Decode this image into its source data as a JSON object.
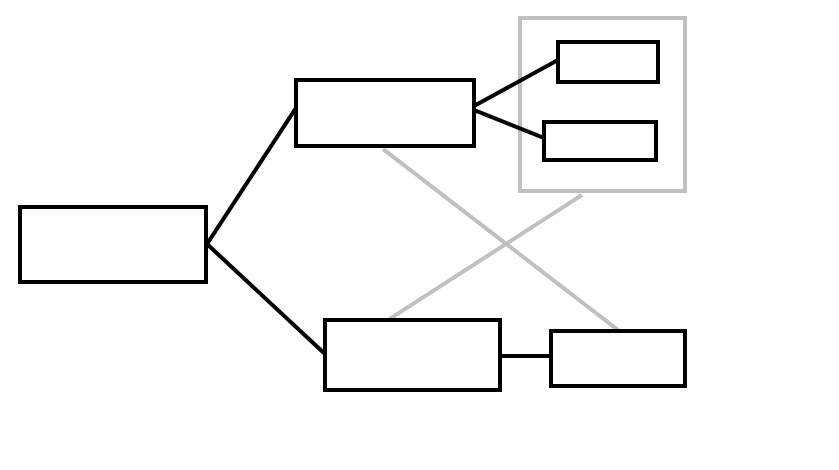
{
  "diagram": {
    "type": "tree",
    "colors": {
      "node_stroke": "#000000",
      "edge": "#000000",
      "cross_link": "#c0c0c0",
      "group_outline": "#c0c0c0",
      "background": "#ffffff"
    },
    "nodes": [
      {
        "id": "root",
        "label": ""
      },
      {
        "id": "upper-branch",
        "label": ""
      },
      {
        "id": "lower-branch",
        "label": ""
      },
      {
        "id": "upper-leaf-1",
        "label": ""
      },
      {
        "id": "upper-leaf-2",
        "label": ""
      },
      {
        "id": "lower-leaf",
        "label": ""
      }
    ],
    "groups": [
      {
        "id": "upper-leaves-group",
        "members": [
          "upper-leaf-1",
          "upper-leaf-2"
        ]
      }
    ],
    "edges": [
      {
        "from": "root",
        "to": "upper-branch",
        "style": "solid-black"
      },
      {
        "from": "root",
        "to": "lower-branch",
        "style": "solid-black"
      },
      {
        "from": "upper-branch",
        "to": "upper-leaf-1",
        "style": "solid-black"
      },
      {
        "from": "upper-branch",
        "to": "upper-leaf-2",
        "style": "solid-black"
      },
      {
        "from": "lower-branch",
        "to": "lower-leaf",
        "style": "solid-black"
      },
      {
        "from": "upper-branch",
        "to": "lower-leaf",
        "style": "gray-crosslink"
      },
      {
        "from": "upper-leaves-group",
        "to": "lower-branch",
        "style": "gray-crosslink"
      }
    ]
  }
}
